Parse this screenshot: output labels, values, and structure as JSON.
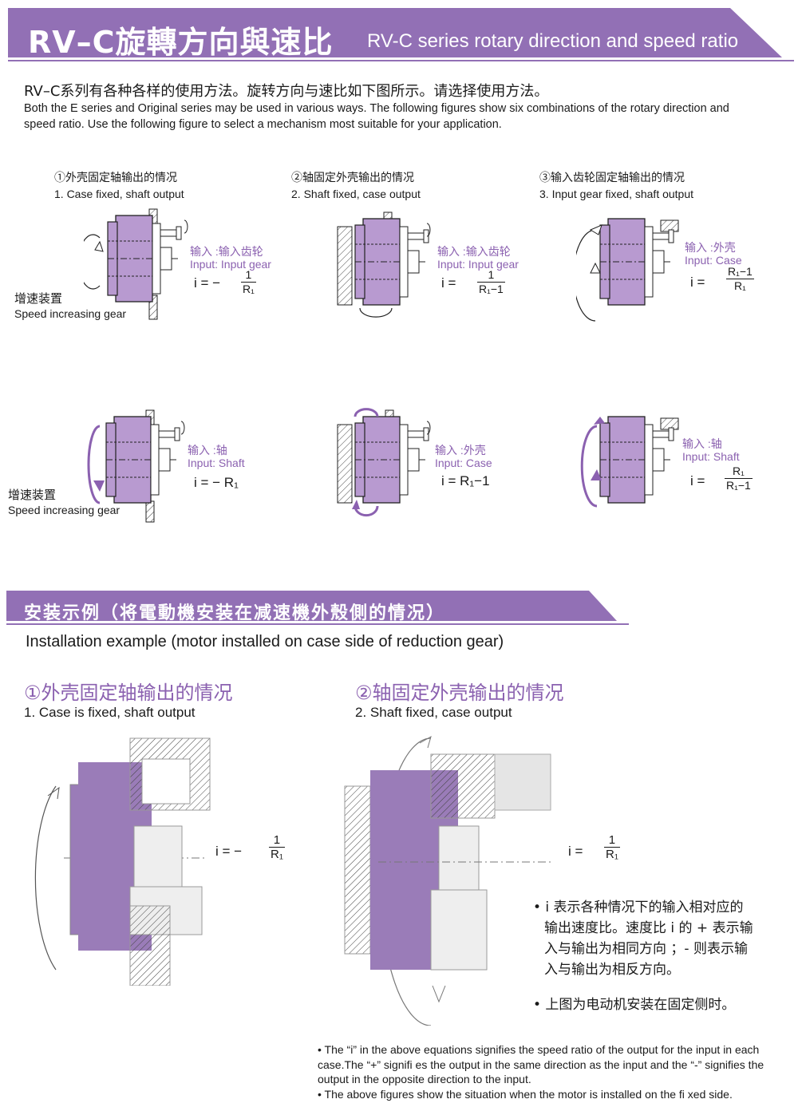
{
  "header": {
    "title_cn": "RV–C旋轉方向與速比",
    "title_en": "RV-C series rotary direction and speed ratio"
  },
  "intro": {
    "cn": "RV–C系列有各种各样的使用方法。旋转方向与速比如下图所示。请选择使用方法。",
    "en": "Both the E series and Original series may be used in various ways.  The following figures show six combinations of the rotary direction and speed ratio.  Use the following figure to select a mechanism most suitable for your application."
  },
  "cases": [
    {
      "cn": "①外壳固定轴输出的情况",
      "en": "1. Case fixed, shaft output"
    },
    {
      "cn": "②轴固定外壳输出的情况",
      "en": "2. Shaft fixed, case output"
    },
    {
      "cn": "③输入齿轮固定轴输出的情况",
      "en": "3. Input gear fixed, shaft output"
    }
  ],
  "diagrams": [
    {
      "input_cn": "输入 :输入齿轮",
      "input_en": "Input: Input gear",
      "eq_prefix": "i  =  −",
      "num": "1",
      "den": "R₁"
    },
    {
      "input_cn": "输入 :输入齿轮",
      "input_en": "Input: Input gear",
      "eq_prefix": "i  =",
      "num": "1",
      "den": "R₁−1"
    },
    {
      "input_cn": "输入 :外壳",
      "input_en": "Input: Case",
      "eq_prefix": "i  =",
      "num": "R₁−1",
      "den": "R₁"
    },
    {
      "input_cn": "输入 :轴",
      "input_en": "Input: Shaft",
      "eq_prefix": "i  =  −  R₁",
      "num": "",
      "den": ""
    },
    {
      "input_cn": "输入 :外壳",
      "input_en": "Input: Case",
      "eq_prefix": "i  =  R₁−1",
      "num": "",
      "den": ""
    },
    {
      "input_cn": "输入 :轴",
      "input_en": "Input: Shaft",
      "eq_prefix": "i  =",
      "num": "R₁",
      "den": "R₁−1"
    }
  ],
  "speed_gear": {
    "cn": "增速装置",
    "en": "Speed increasing gear"
  },
  "install": {
    "banner_cn": "安装示例（将電動機安装在减速機外殼側的情况）",
    "title_en": "Installation example (motor installed on case side of reduction gear)",
    "left": {
      "cn": "①外壳固定轴输出的情况",
      "en": "1. Case is fixed, shaft output",
      "eq_prefix": "i  =  −",
      "num": "1",
      "den": "R₁"
    },
    "right": {
      "cn": "②轴固定外壳输出的情况",
      "en": "2. Shaft fixed, case output",
      "eq_prefix": "i  =",
      "num": "1",
      "den": "R₁"
    }
  },
  "notes_cn": {
    "n1_l1": "• i 表示各种情况下的输入相对应的",
    "n1_l2": "输出速度比。速度比 i 的 + 表示输",
    "n1_l3": "入与输出为相同方向 ；- 则表示输",
    "n1_l4": "入与输出为相反方向。",
    "n2": "• 上图为电动机安装在固定侧时。"
  },
  "notes_en": {
    "n1": "• The “i” in the above equations signifies the speed ratio of the output for the input in each case.The “+” signifi es the output in the same direction as the input and the “-” signifies the output in the opposite direction to the input.",
    "n2": "• The above figures show the situation when the motor is installed on the fi xed side."
  },
  "colors": {
    "purple": "#8b61b0",
    "purple_fill": "#b89ad0",
    "banner": "#9270b5"
  }
}
